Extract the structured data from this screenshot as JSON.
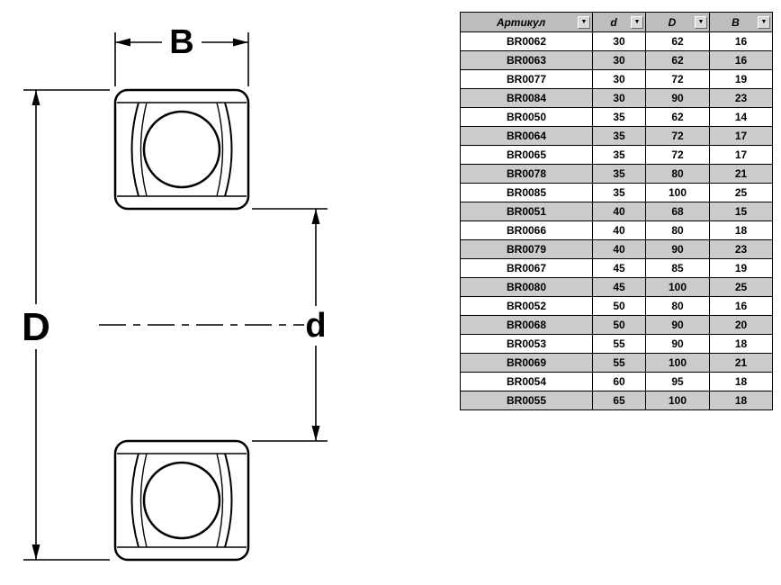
{
  "diagram": {
    "labels": {
      "width": "B",
      "outer_diameter": "D",
      "bore": "d"
    }
  },
  "table": {
    "colors": {
      "header_bg": "#bdbdbd",
      "alt_row_bg": "#cbcbcb"
    },
    "filter_icon": "▼",
    "columns": [
      {
        "label": "Артикул"
      },
      {
        "label": "d"
      },
      {
        "label": "D"
      },
      {
        "label": "B"
      }
    ],
    "rows": [
      [
        "BR0062",
        "30",
        "62",
        "16"
      ],
      [
        "BR0063",
        "30",
        "62",
        "16"
      ],
      [
        "BR0077",
        "30",
        "72",
        "19"
      ],
      [
        "BR0084",
        "30",
        "90",
        "23"
      ],
      [
        "BR0050",
        "35",
        "62",
        "14"
      ],
      [
        "BR0064",
        "35",
        "72",
        "17"
      ],
      [
        "BR0065",
        "35",
        "72",
        "17"
      ],
      [
        "BR0078",
        "35",
        "80",
        "21"
      ],
      [
        "BR0085",
        "35",
        "100",
        "25"
      ],
      [
        "BR0051",
        "40",
        "68",
        "15"
      ],
      [
        "BR0066",
        "40",
        "80",
        "18"
      ],
      [
        "BR0079",
        "40",
        "90",
        "23"
      ],
      [
        "BR0067",
        "45",
        "85",
        "19"
      ],
      [
        "BR0080",
        "45",
        "100",
        "25"
      ],
      [
        "BR0052",
        "50",
        "80",
        "16"
      ],
      [
        "BR0068",
        "50",
        "90",
        "20"
      ],
      [
        "BR0053",
        "55",
        "90",
        "18"
      ],
      [
        "BR0069",
        "55",
        "100",
        "21"
      ],
      [
        "BR0054",
        "60",
        "95",
        "18"
      ],
      [
        "BR0055",
        "65",
        "100",
        "18"
      ]
    ]
  }
}
